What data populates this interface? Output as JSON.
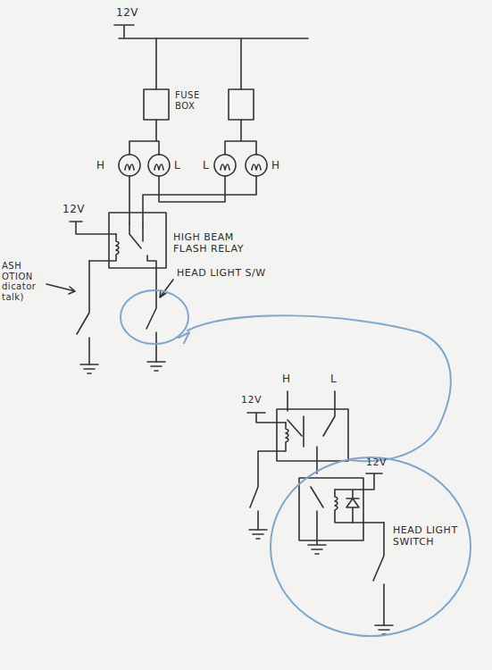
{
  "diagram": {
    "labels": [
      "12V",
      "FUSE BOX",
      "H",
      "L",
      "L",
      "H",
      "12V",
      "HIGH BEAM FLASH RELAY",
      "ASH OTION dicator talk)",
      "HEAD LIGHT S/W",
      "H",
      "L",
      "12V",
      "12V",
      "HEAD LIGHT SWITCH"
    ]
  }
}
